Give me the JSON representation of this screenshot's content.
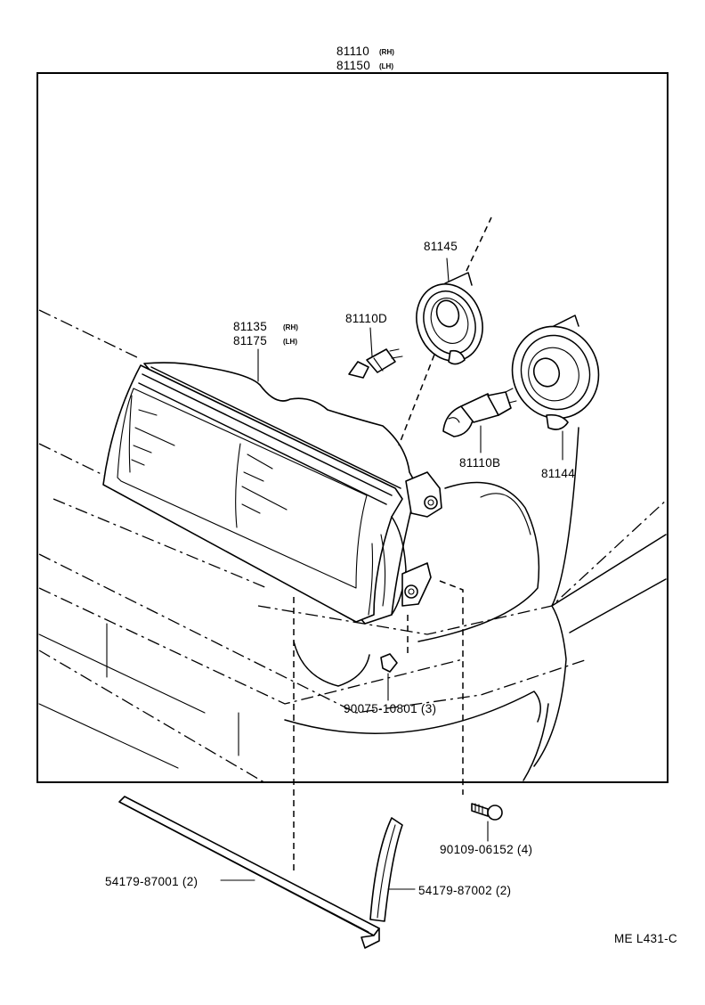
{
  "diagram": {
    "top_label": {
      "rh": {
        "num": "81110",
        "suffix": "(RH)"
      },
      "lh": {
        "num": "81150",
        "suffix": "(LH)"
      }
    },
    "parts": {
      "lens": {
        "rh": {
          "num": "81135",
          "suffix": "(RH)"
        },
        "lh": {
          "num": "81175",
          "suffix": "(LH)"
        }
      },
      "bulb_small": "81110D",
      "socket_cover_top": "81145",
      "bulb_halogen": "81110B",
      "socket_cover_right": "81144",
      "clip": "90075-10801 (3)",
      "screw": "90109-06152 (4)",
      "molding_long": "54179-87001 (2)",
      "molding_short": "54179-87002 (2)"
    },
    "drawing_code": "ME L431-C"
  }
}
